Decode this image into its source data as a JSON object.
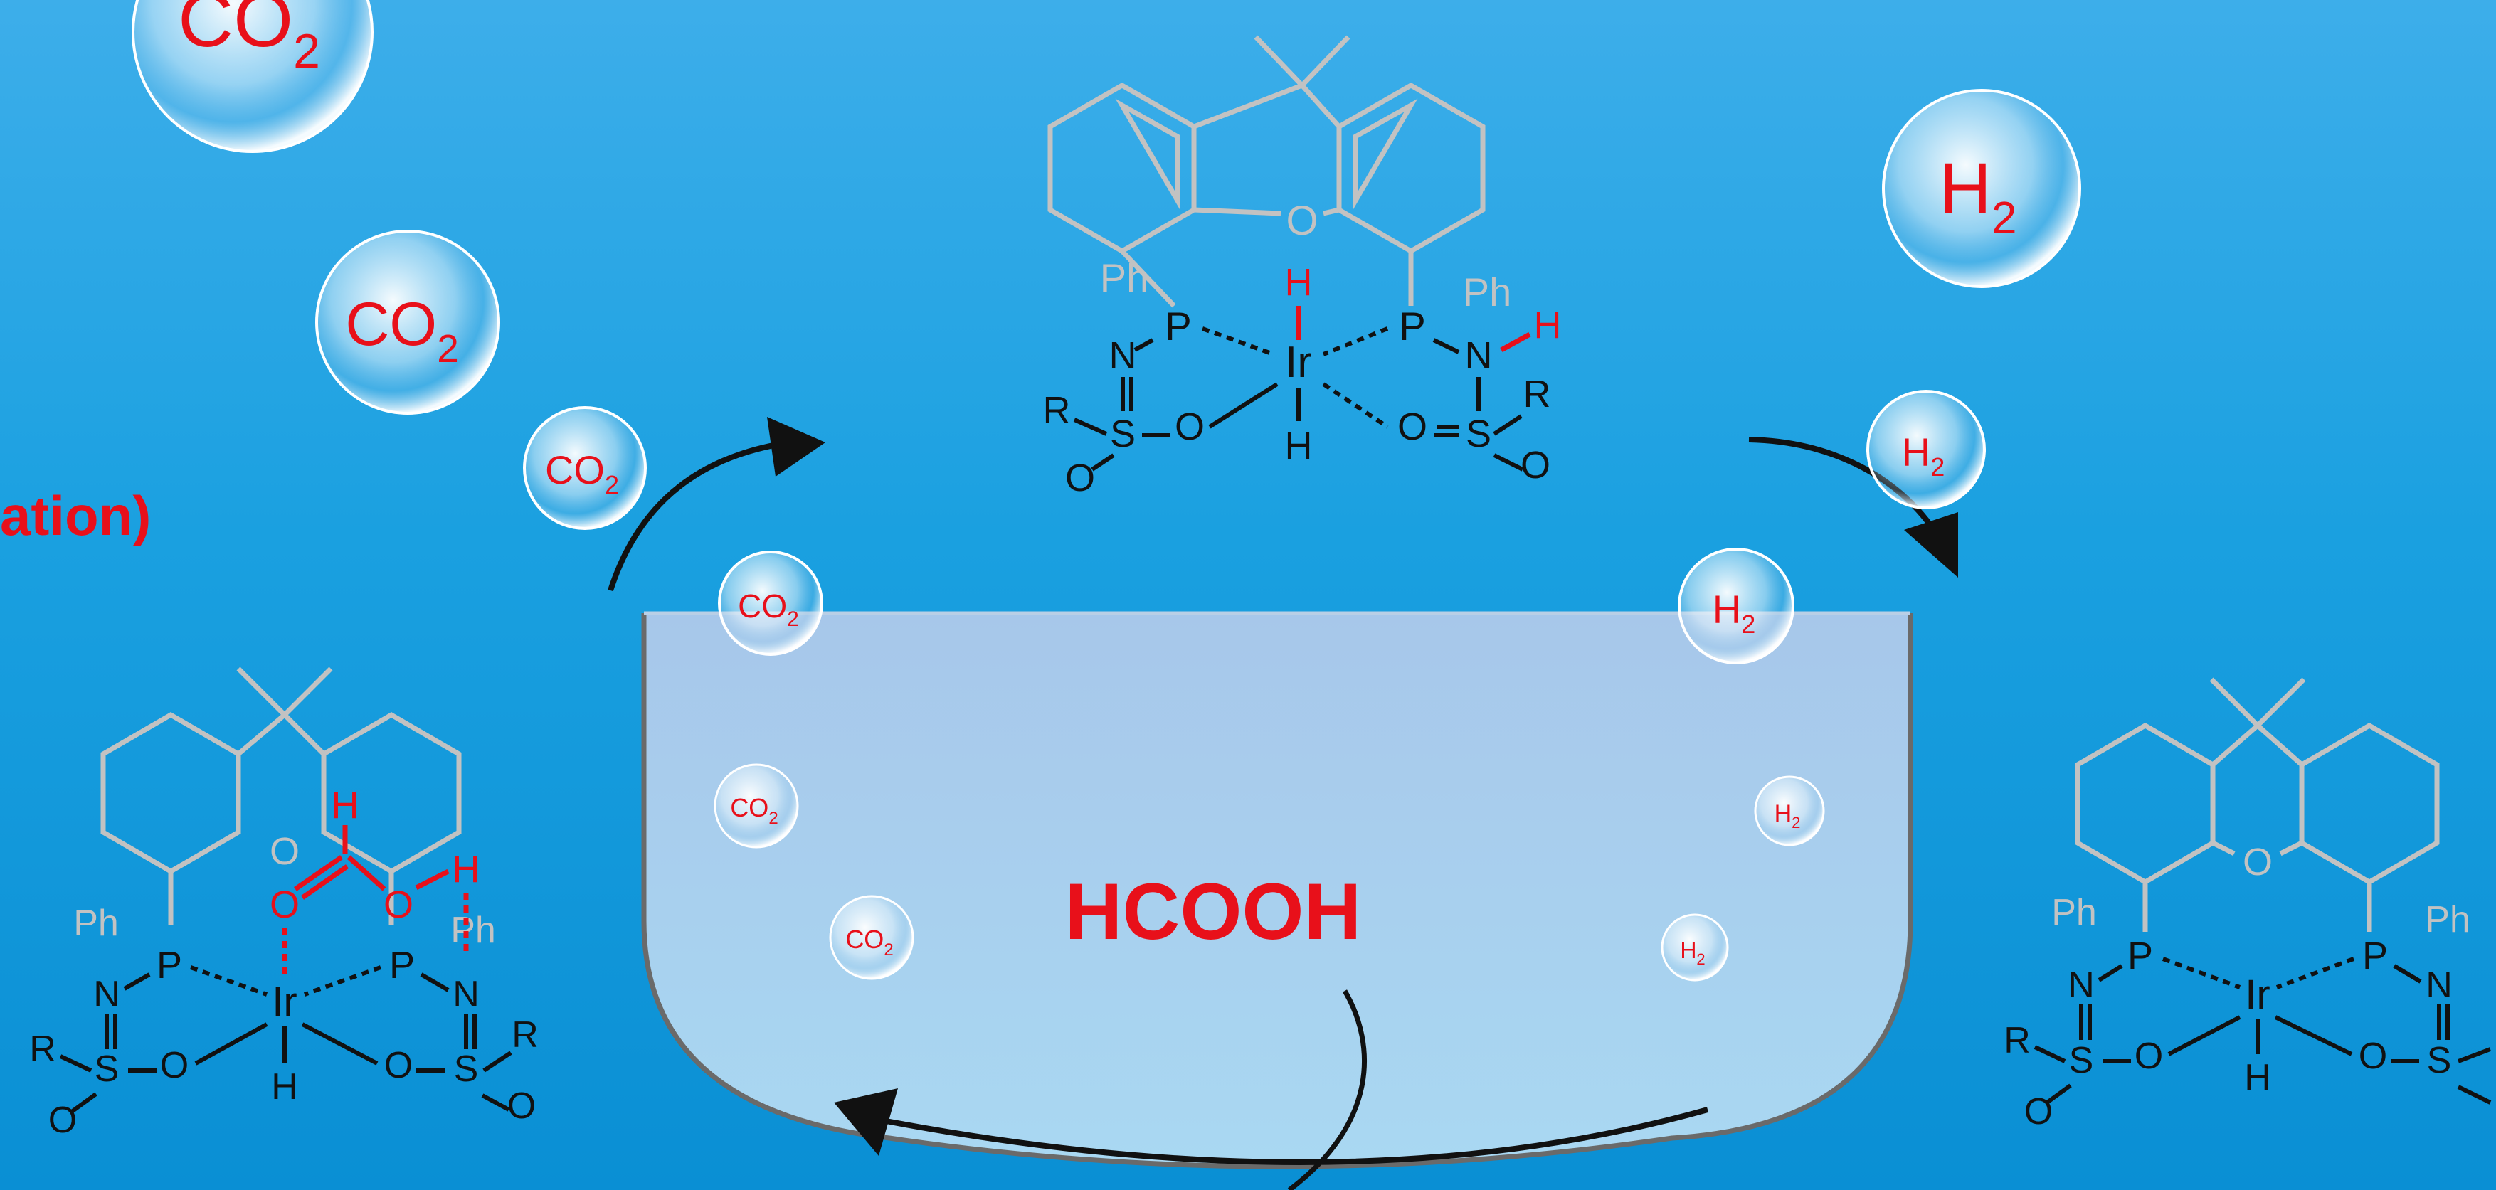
{
  "page": {
    "side_label": "ation)"
  },
  "beaker": {
    "label": "HCOOH"
  },
  "bubbles": {
    "co2_prefix": "CO",
    "co2_subscript": "2",
    "h2_prefix": "H",
    "h2_subscript": "2"
  },
  "complex_top": {
    "ir": "Ir",
    "p": "P",
    "n": "N",
    "s": "S",
    "o": "O",
    "h": "H",
    "r": "R",
    "ph": "Ph"
  },
  "complex_left": {
    "ir": "Ir",
    "p": "P",
    "n": "N",
    "s": "S",
    "o": "O",
    "h": "H",
    "r": "R",
    "ph": "Ph"
  },
  "complex_right": {
    "ir": "Ir",
    "p": "P",
    "n": "N",
    "s": "S",
    "o": "O",
    "h": "H",
    "r": "R",
    "ph": "Ph"
  },
  "colors": {
    "accent_red": "#e8101a",
    "ligand_gray": "#c2c2c2",
    "bond_black": "#111111",
    "beaker_fill": "#b3d3ee",
    "beaker_rim": "#6a6a6a"
  }
}
